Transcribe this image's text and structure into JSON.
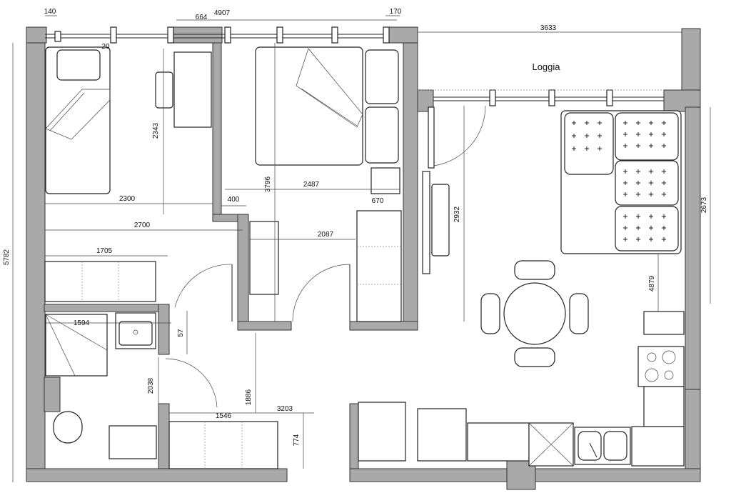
{
  "rooms": {
    "loggia": "Loggia"
  },
  "dims": {
    "d140": "140",
    "d664": "664",
    "d4907": "4907",
    "d170": "170",
    "d3633": "3633",
    "d5782": "5782",
    "d2343": "2343",
    "d2300": "2300",
    "d2700": "2700",
    "d3796": "3796",
    "d2487": "2487",
    "d400": "400",
    "d670": "670",
    "d2087": "2087",
    "d1705": "1705",
    "d2932": "2932",
    "d2673": "2673",
    "d4879": "4879",
    "d1594": "1594",
    "d57": "57",
    "d2038": "2038",
    "d1886": "1886",
    "d1546": "1546",
    "d3203": "3203",
    "d774": "774",
    "d20": "20"
  }
}
